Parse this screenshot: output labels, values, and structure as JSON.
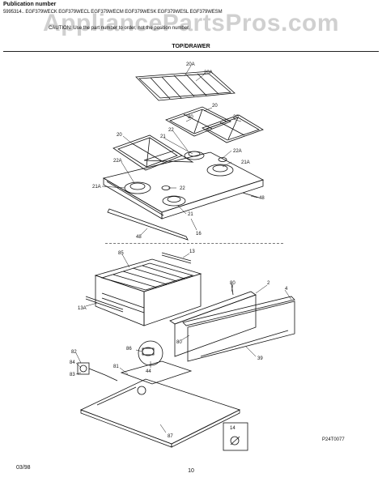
{
  "header": {
    "publication_label": "Publication number",
    "models_line": "5995314.. EGF379WECK EGF379WECL EGF379WECM EGF379WESK EGF379WESL EGF379WESM",
    "caution_line": "CAUTION: Use the part number to order, not the position number."
  },
  "section_title": "TOP/DRAWER",
  "watermark": "AppliancePartsPros.com",
  "footer": {
    "date": "03/98",
    "page": "10"
  },
  "art_id": "P24T0077",
  "callouts": {
    "c20A_top": "20A",
    "c20A_mid": "20A",
    "c20_a": "20",
    "c20_b": "20",
    "c20_c": "20",
    "c22_a": "22",
    "c21_a": "21",
    "c22A_r": "22A",
    "c21A_r": "21A",
    "c22A_l": "22A",
    "c21A_l": "21A",
    "c20_d": "20",
    "c22_b": "22",
    "c48_r": "48",
    "c21_b": "21",
    "c16": "16",
    "c48_b": "48",
    "c85": "85",
    "c13": "13",
    "c13A": "13A",
    "c80_t": "80",
    "c2": "2",
    "c4": "4",
    "c86": "86",
    "c80_b": "80",
    "c44": "44",
    "c39": "39",
    "c82": "82",
    "c84": "84",
    "c83": "83",
    "c81": "81",
    "c87": "87",
    "c14": "14"
  }
}
